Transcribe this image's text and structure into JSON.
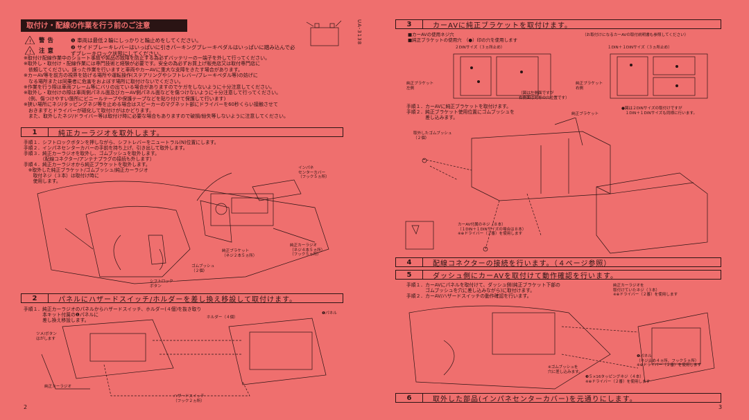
{
  "left": {
    "header": "取付け・配線の作業を行う前のご注意",
    "model": "UA-3138",
    "warnings": [
      {
        "label": "警告",
        "text": "❶ 車両は最低２輪にしっかりと輪止めをしてください。"
      },
      {
        "label": "注意",
        "text": "❷ サイドブレーキレバーはいっぱいに引きパーキングブレーキペダルはいっぱいに踏み込んで必ずブレーキロック状態にしてください。"
      }
    ],
    "notes": [
      "※取付け配線作業中のショート事故や製品の故障を防止する為必ずバッテリーのー端子を外して行ってください。",
      "※取外し・取付け・配線作業には専門技術と経験が必要です。安全の為必ずお買上げ販売店又は取付専門店に",
      "　依頼してください。誤った作業を行いますと車両やカーAVに重大な支障をきたす場合があります。",
      "※カーAV等を前方の視界を妨げる場所や運転操作(ステアリングやシフトレバー/ブレーキペダル等)の妨げに",
      "　なる場所または同乗者に危害をおよぼす場所に取付けないでください。",
      "※作業を行う際は車両フレーム等にバリの出ている場合がありますのでケガをしないように十分注意してください。",
      "※取外し・取付けの際は車両側パネル面及びカーAV側パネル面などを傷つけないように十分注意して行ってください。",
      "　(例、傷つけやすい箇所にビニールテープや保護テープなどを貼り付けて保護して行います)",
      "※狭い場所にネジ/タッピングネジ等を止める場合はスピーカーのマグネット部にドライバーを60秒くらい接触させて",
      "　おきますとドライバーが磁化して取付けがはかどります。",
      "　また、取外したネジ/ドライバー等は取付け時に必要な場合もありますので破損/紛失等しないように注意してください。"
    ],
    "sections": [
      {
        "num": "1",
        "title": "純正カーラジオを取外します。"
      },
      {
        "num": "2",
        "title": "パネルにハザードスイッチ/ホルダーを差し換え移設して取付けます。"
      }
    ],
    "steps1": [
      "手順１．シフトロックボタンを押しながら、シフトレバーをニュートラル(N)位置にします。",
      "手順２．インパネセンターカバーの手前を持ち上げ、引き出して取外します。",
      "手順３．純正カーラジオを取外し、ゴムブッシュを取外します。",
      "　　　　（配線コネクター/アンテナプラグの接続も外します）",
      "手順４．純正カーラジオから純正ブラケットを取外します。",
      "　※取外した純正ブラケット/ゴムブッシュ/純正カーラジオ",
      "　　取付ネジ（３本）は取付け時に",
      "　　使用します。"
    ],
    "labels1": [
      "インパネ",
      "センターカバー",
      "（フック５ヵ所）",
      "純正ブラケット",
      "（ネジ２本５ヵ所）",
      "純正カーラジオ",
      "（ネジ４本５ヵ所）",
      "（フック５ヵ所）",
      "ゴムブッシュ",
      "（２個）",
      "シフトロック",
      "ボタン"
    ],
    "steps2": [
      "手順１．純正カーラジオのパネルからハザードスイッチ、ホルダー(４個)を抜き取り",
      "　　　　本キット付属の❶パネルに",
      "　　　　差し換え移設します。"
    ],
    "labels2": [
      "ホルダー（４個）",
      "❶パネル",
      "ツメ/ボタン",
      "はがします",
      "純正カーラジオ",
      "ハザードスイッチ",
      "（フック２ヵ所）"
    ],
    "page_number": "2"
  },
  "right": {
    "sections": [
      {
        "num": "3",
        "title": "カーAVに純正ブラケットを取付けます。"
      },
      {
        "num": "4",
        "title": "配線コネクターの接続を行います。（４ページ参照）"
      },
      {
        "num": "5",
        "title": "ダッシュ側にカーAVを取付けて動作確認を行います。"
      },
      {
        "num": "6",
        "title": "取外した部品(インパネセンターカバー)を元通りにします。"
      }
    ],
    "legend": [
      "■カーAVの使用ネジ穴",
      "■純正ブラケットの使用穴　（●）印の穴を使用します",
      "（お取付けになるカーAVの取付説明書も参照してください）"
    ],
    "din_labels": [
      "２DINサイズ（３ヵ所止め）",
      "１DIN＋１DINサイズ（３ヵ所止め）",
      "純正ブラケット",
      "左側",
      "右側",
      "（図は左側面ですが",
      "右側面は対称の穴位置です）"
    ],
    "steps3": [
      "手順１．カーAVに純正ブラケットを取付けます。",
      "手順２．純正ブラケット使用位置にゴムブッシュを",
      "　　　　差し込みます。",
      "●図は２DINサイズの取付けですが",
      "　１DIN＋１DINサイズも同様に行います。"
    ],
    "labels3": [
      "純正ブラケット",
      "取外したゴムブッシュ",
      "（２個）",
      "カーAV付属のネジ（８本）",
      "（１DIN＋１DINサイズの場合は８本）",
      "※⊕ドライバー（２番）を使用します"
    ],
    "steps5": [
      "手順１．カーAVにパネルを取付けて、ダッシュ側(純正ブラケット下部の",
      "　　　　ゴムブッシュを穴に差し込みながら)に取付けます。",
      "手順２．カーAV/ハザードスイッチの動作確認を行います。"
    ],
    "labels5": [
      "純正カーラジオを",
      "取付けていたネジ（３本）",
      "※⊕ドライバー（２番）を使用します",
      "❶パネル",
      "（ネジ止め４ヵ所、フック５ヵ所）",
      "※⊕ドライバー（２番）を使用します",
      "※ゴムブッシュを",
      "穴に差し込みます。",
      "❸５×16タッピングネジ（４本）",
      "※⊕ドライバー（２番）を使用します"
    ],
    "page_number": "3"
  }
}
